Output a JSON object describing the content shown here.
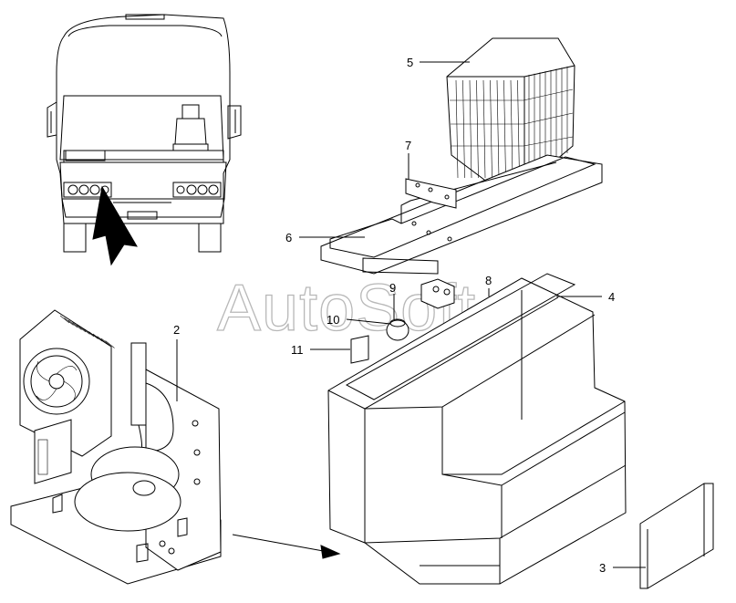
{
  "watermark": "AutoSoft",
  "callouts": {
    "n2": "2",
    "n3": "3",
    "n4": "4",
    "n5": "5",
    "n6": "6",
    "n7": "7",
    "n8": "8",
    "n9": "9",
    "n10": "10",
    "n11": "11"
  }
}
